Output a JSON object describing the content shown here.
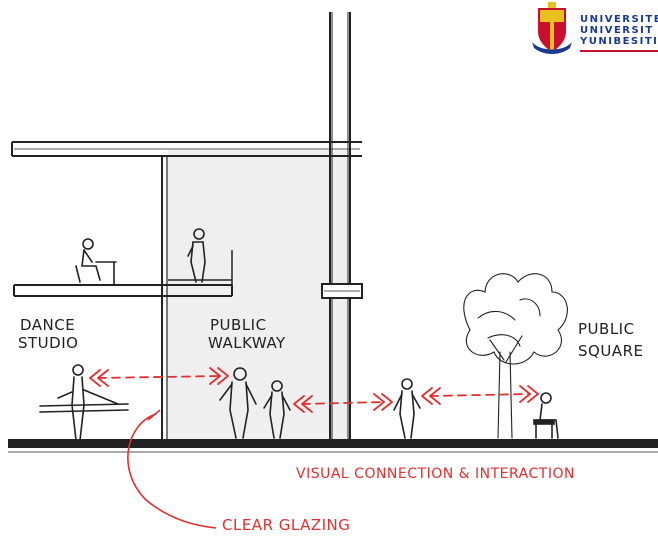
{
  "logo": {
    "line1": "UNIVERSITE",
    "line2": "UNIVERSIT",
    "line3": "YUNIBESITI"
  },
  "labels": {
    "dance_studio_1": "DANCE",
    "dance_studio_2": "STUDIO",
    "public_walkway_1": "PUBLIC",
    "public_walkway_2": "WALKWAY",
    "public_square_1": "PUBLIC",
    "public_square_2": "SQUARE",
    "visual_connection": "VISUAL CONNECTION & INTERACTION",
    "clear_glazing": "CLEAR GLAZING"
  },
  "colors": {
    "ink": "#1a1a1a",
    "red": "#e03030",
    "walkway_shade": "#ececec",
    "ground": "#222222",
    "logo_blue": "#1a3a8f",
    "logo_red": "#c8102e"
  }
}
